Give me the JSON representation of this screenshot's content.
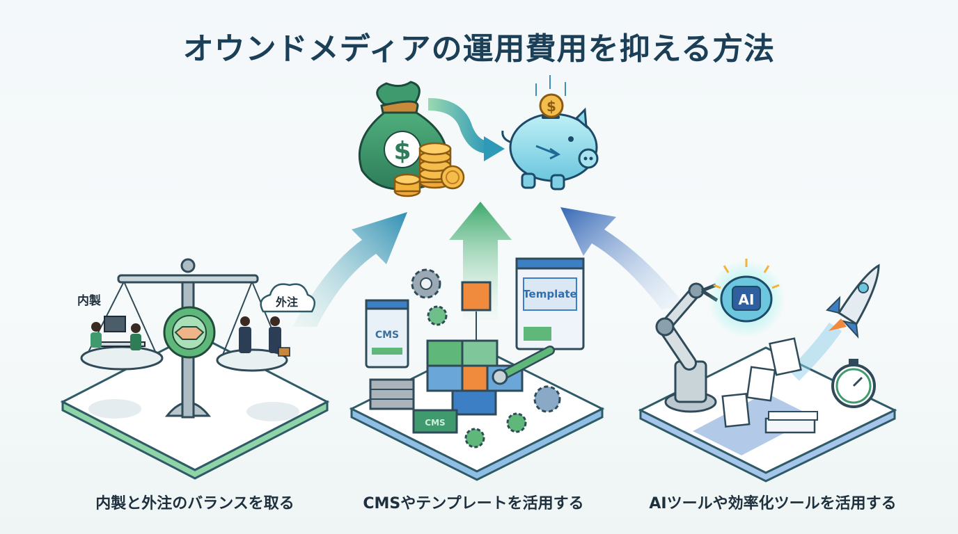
{
  "title": "オウンドメディアの運用費用を抑える方法",
  "methods": [
    {
      "caption": "内製と外注のバランスを取る",
      "label_inhouse": "内製",
      "label_outsource": "外注"
    },
    {
      "caption": "CMSやテンプレートを活用する",
      "label_cms": "CMS",
      "label_cms_block": "CMS",
      "label_template": "Template"
    },
    {
      "caption": "AIツールや効率化ツールを活用する",
      "label_ai": "AI"
    }
  ],
  "icons": [
    "money-bag-icon",
    "coin-stack-icon",
    "piggy-bank-icon",
    "scale-icon",
    "handshake-gear-icon",
    "gear-icon",
    "cube-icon",
    "wrench-icon",
    "robot-arm-icon",
    "ai-brain-icon",
    "rocket-icon",
    "stopwatch-icon",
    "document-icon"
  ],
  "colors": {
    "title": "#1c3f58",
    "green": "#4caf6e",
    "blue": "#3d7fc4",
    "orange": "#f08a3c",
    "gold": "#f3b23a"
  }
}
